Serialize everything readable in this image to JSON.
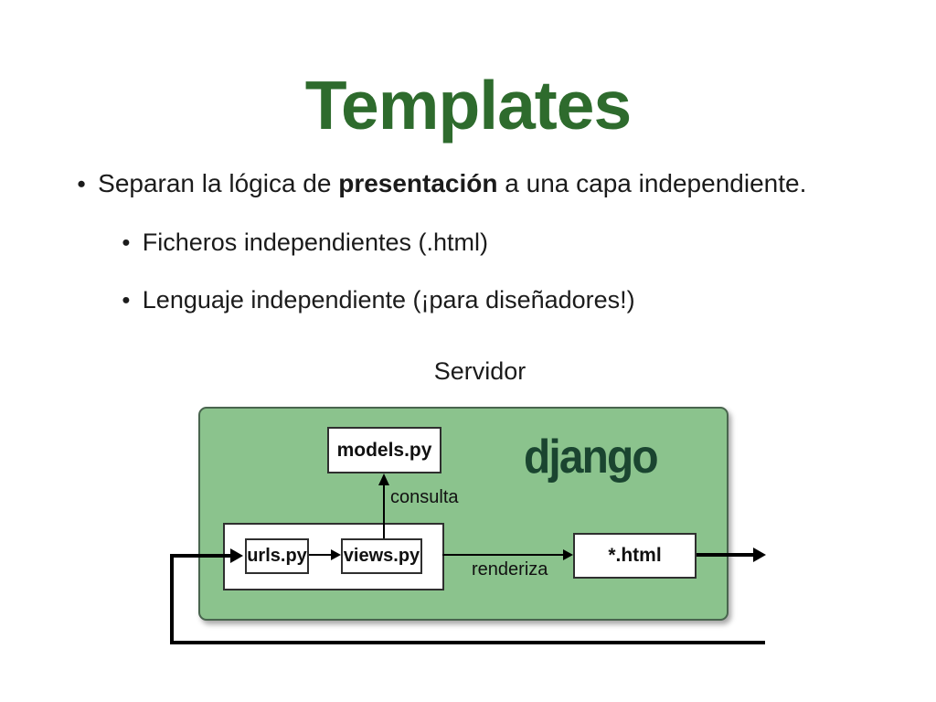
{
  "slide": {
    "title": "Templates",
    "bullet_glyph": "●",
    "bullets": {
      "main": {
        "before": "Separan la lógica de ",
        "bold": "presentación",
        "after": " a una capa independiente."
      },
      "sub": [
        "Ficheros independientes (.html)",
        "Lenguaje independiente (¡para diseñadores!)"
      ]
    }
  },
  "diagram": {
    "server_label": "Servidor",
    "django_logo": "django",
    "boxes": {
      "models": "models.py",
      "urls": "urls.py",
      "views": "views.py",
      "html": "*.html"
    },
    "edge_labels": {
      "consulta": "consulta",
      "renderiza": "renderiza"
    },
    "colors": {
      "title_green": "#2e6b2d",
      "panel_green": "#8bc38d",
      "panel_border": "#49654e",
      "django_logo_green": "#1a4530",
      "text_black": "#1b1b1b",
      "box_border": "#2f2f2f"
    }
  }
}
